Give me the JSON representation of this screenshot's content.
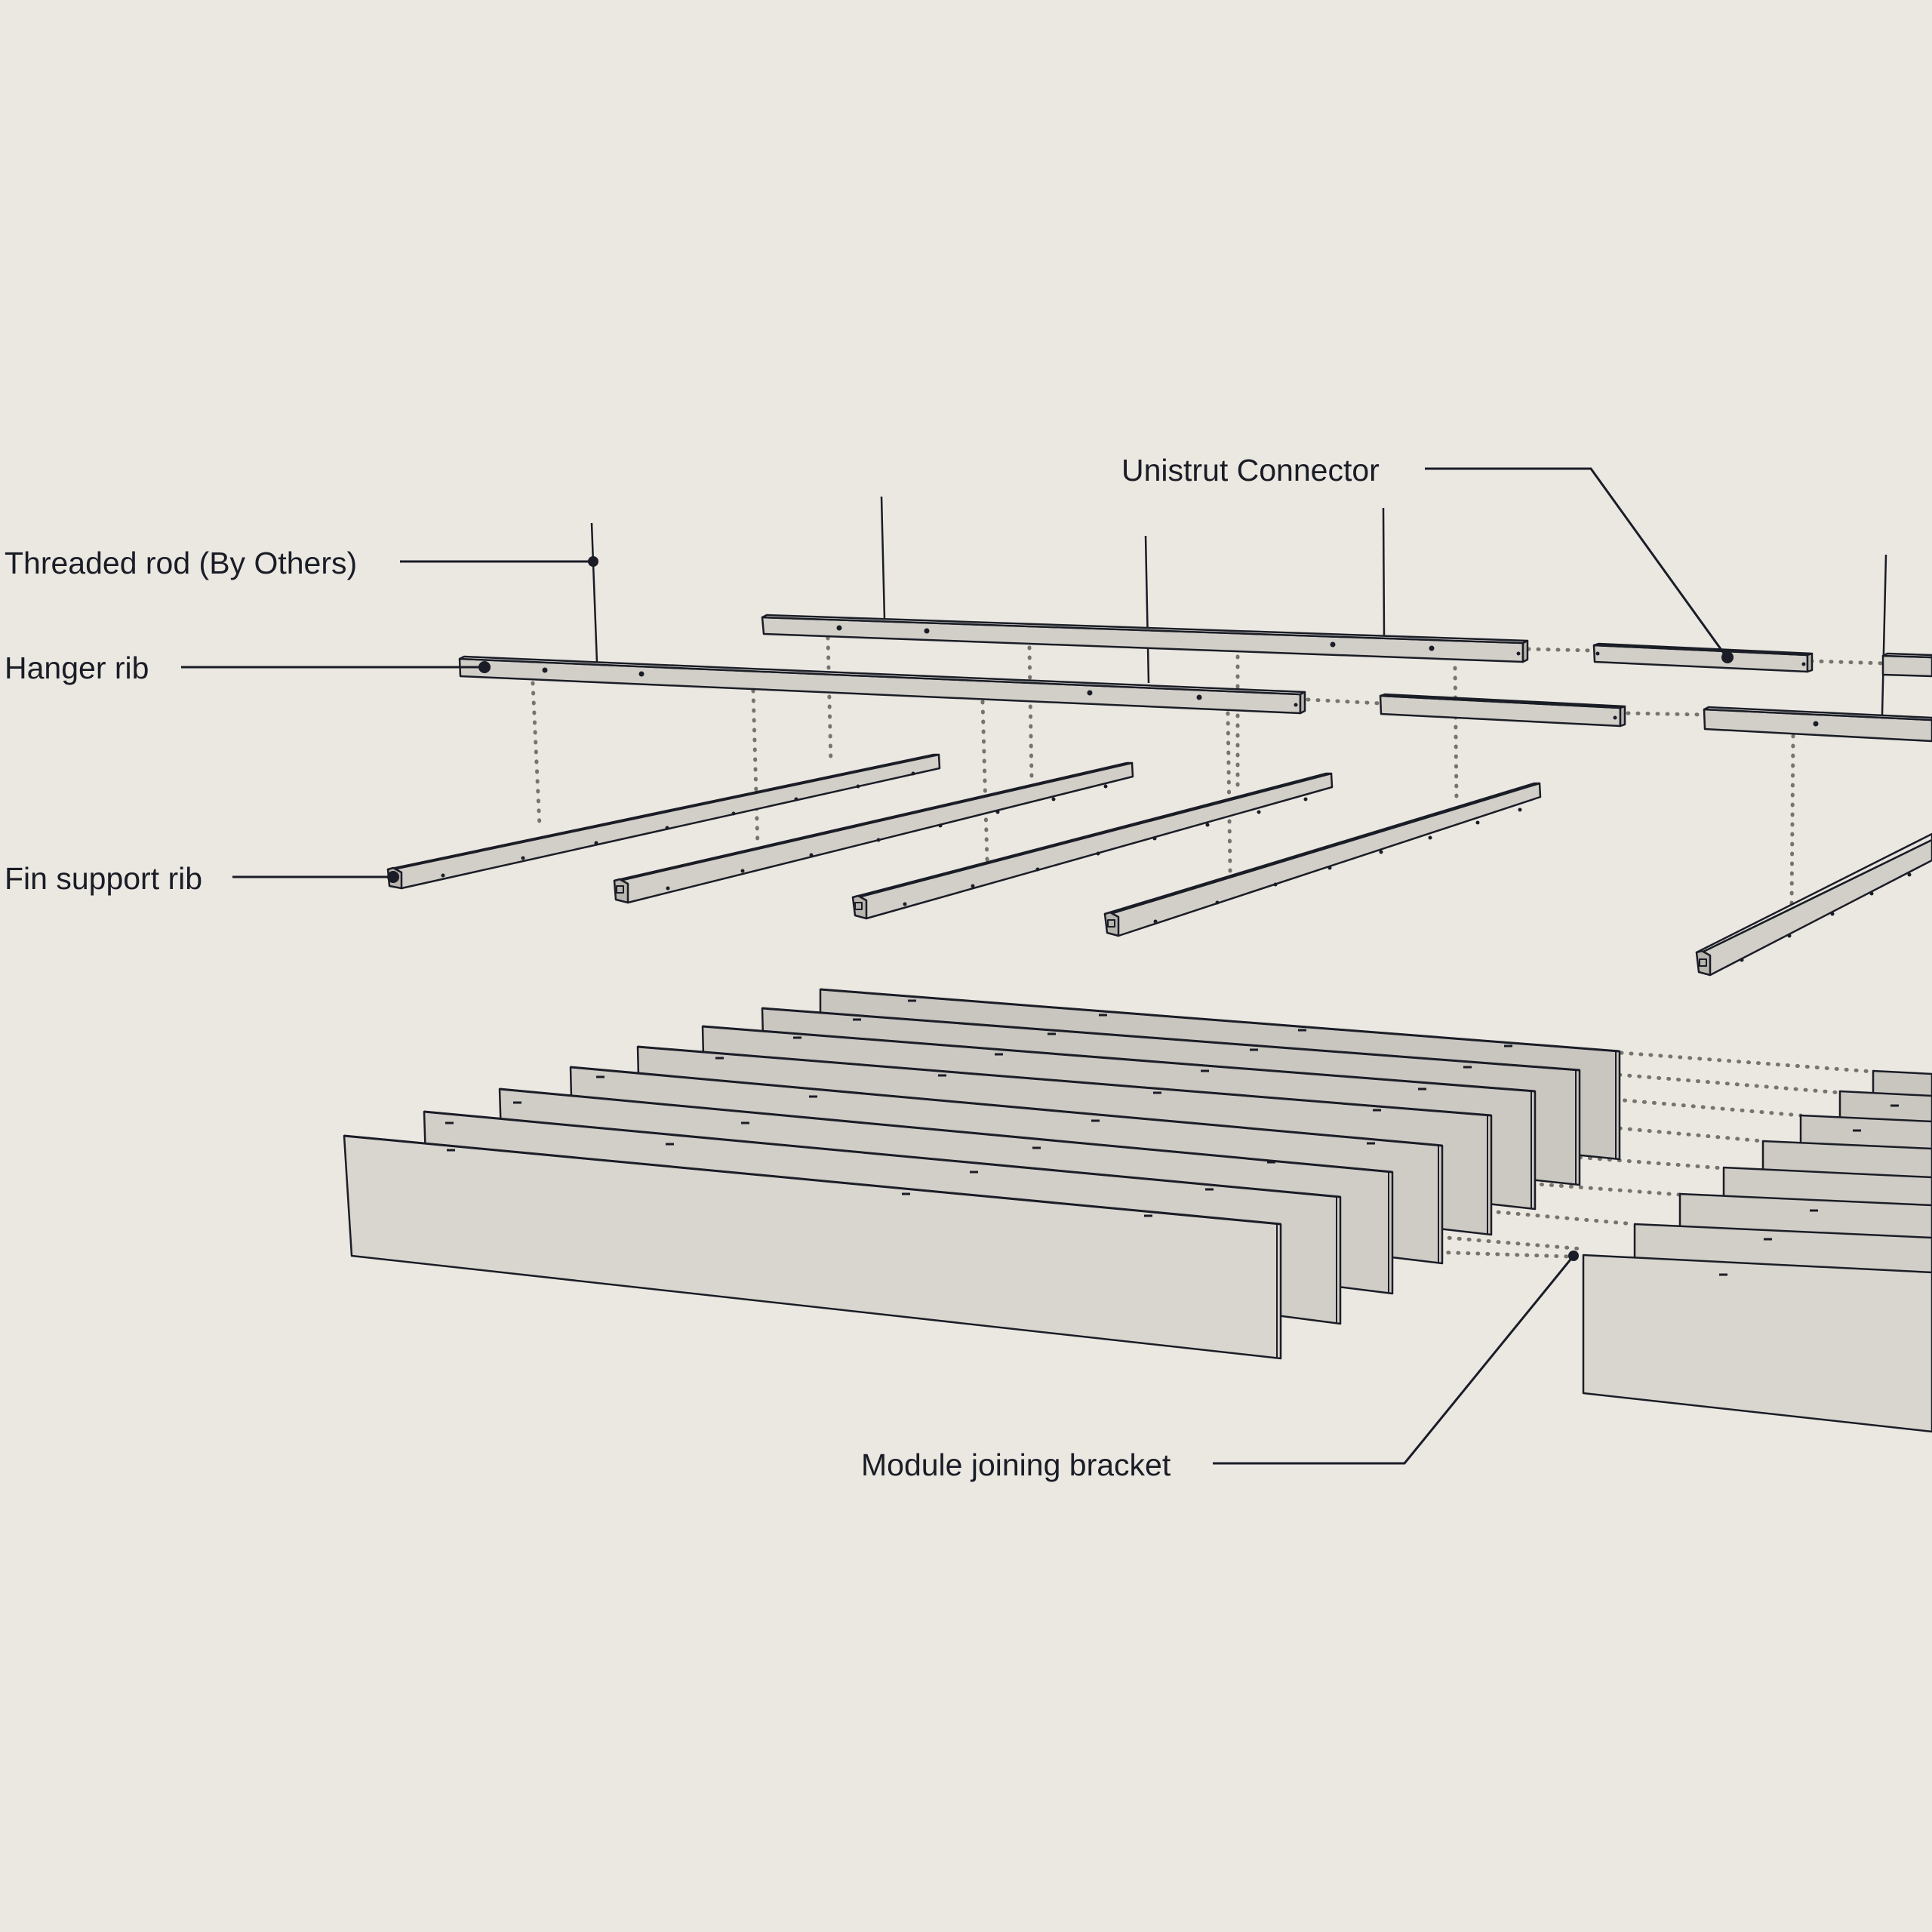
{
  "diagram": {
    "colors": {
      "background": "#EBE7E1",
      "line": "#1A1D26",
      "rib_fill": "#D2CEC8",
      "rib_top": "#E8E4DE",
      "fin_front": "#D8D4CE",
      "fin_back": "#C2BEB8",
      "dotted": "#77736E"
    },
    "labels": {
      "threaded_rod": "Threaded rod (By Others)",
      "hanger_rib": "Hanger rib",
      "fin_support_rib": "Fin support rib",
      "unistrut_connector": "Unistrut Connector",
      "module_joining_bracket": "Module joining bracket"
    }
  }
}
